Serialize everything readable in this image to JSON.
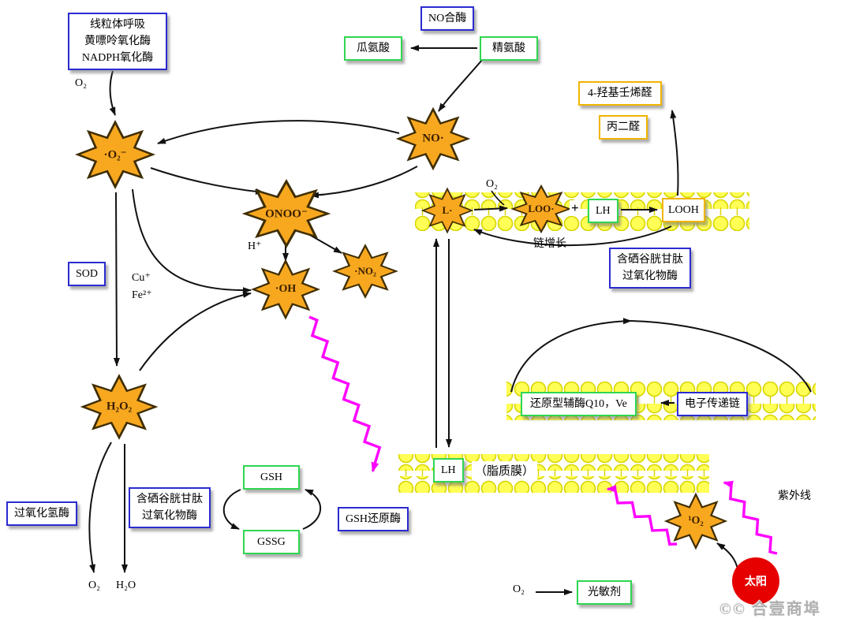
{
  "colors": {
    "blue_border": "#2b2bd0",
    "green_border": "#2fd651",
    "orange_border": "#f0b400",
    "burst_fill": "#f7a81f",
    "burst_outline": "#3f2d00",
    "membrane_yellow": "#ffff55",
    "membrane_edge": "#d8d400",
    "zigzag_magenta": "#ff00ff",
    "sun_red": "#e60000"
  },
  "boxes": {
    "sources_line1": "线粒体呼吸",
    "sources_line2": "黄嘌呤氧化酶",
    "sources_line3": "NADPH氧化酶",
    "no_synthase": "NO合酶",
    "citrulline": "瓜氨酸",
    "arginine": "精氨酸",
    "sod": "SOD",
    "catalase": "过氧化氢酶",
    "gpx_left_line1": "含硒谷胱甘肽",
    "gpx_left_line2": "过氧化物酶",
    "gpx_right_line1": "含硒谷胱甘肽",
    "gpx_right_line2": "过氧化物酶",
    "gsh": "GSH",
    "gssg": "GSSG",
    "gsh_reductase": "GSH还原酶",
    "hne": "4-羟基壬烯醛",
    "mda": "丙二醛",
    "lh_top": "LH",
    "looh": "LOOH",
    "coq10": "还原型辅酶Q10，Ve",
    "etc": "电子传递链",
    "lh_bottom": "LH",
    "photosensitizer": "光敏剂"
  },
  "bursts": {
    "superoxide": "·O₂⁻",
    "no": "NO·",
    "peroxynitrite": "ONOO⁻",
    "hydroxyl": "·OH",
    "no2": "·NO₂",
    "h2o2": "H₂O₂",
    "l_radical": "L·",
    "loo_radical": "LOO·",
    "singlet_o2": "¹O₂"
  },
  "labels": {
    "o2_top": "O₂",
    "cu": "Cu⁺",
    "fe": "Fe²⁺",
    "h_plus": "H⁺",
    "o2_membrane": "O₂",
    "plus": "+",
    "chain_growth": "链增长",
    "lipid_membrane": "（脂质膜）",
    "uv": "紫外线",
    "o2_bottom": "O₂",
    "h2o_bottom": "H₂O",
    "o2_photo": "O₂",
    "sun": "太阳",
    "watermark_symbols": "©©",
    "watermark": "合壹商埠"
  }
}
